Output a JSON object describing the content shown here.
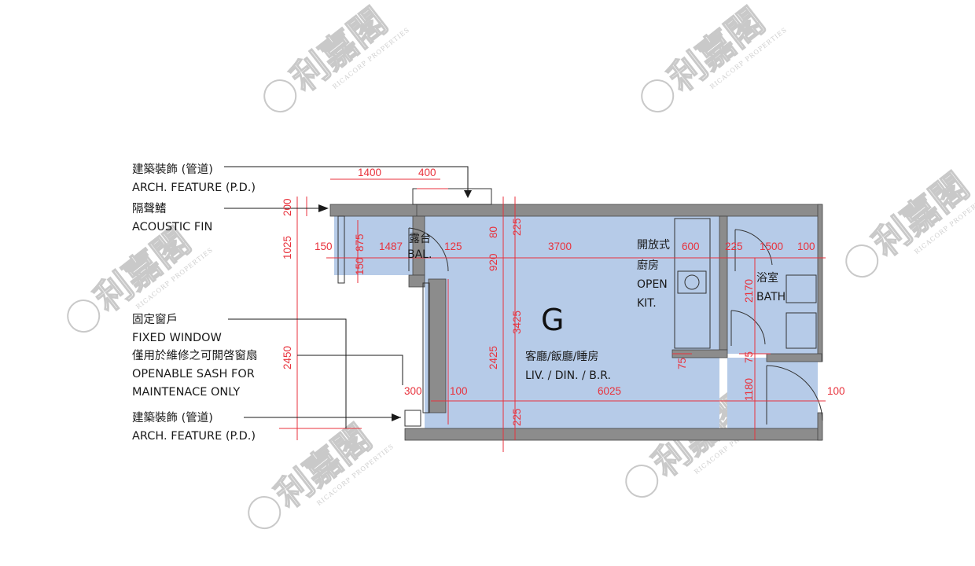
{
  "watermark": {
    "mark": "利嘉閣",
    "sub": "RICACORP PROPERTIES"
  },
  "unit_label": "G",
  "rooms": {
    "balcony_cn": "露台",
    "balcony_en": "BAL.",
    "kitchen_cn_1": "開放式",
    "kitchen_cn_2": "廚房",
    "kitchen_en_1": "OPEN",
    "kitchen_en_2": "KIT.",
    "bath_cn": "浴室",
    "bath_en": "BATH",
    "living_cn": "客廳/飯廳/睡房",
    "living_en": "LIV. / DIN. / B.R."
  },
  "annotations": {
    "arch_top_cn": "建築裝飾 (管道)",
    "arch_top_en": "ARCH. FEATURE (P.D.)",
    "fin_cn": "隔聲鰭",
    "fin_en": "ACOUSTIC FIN",
    "fixed_cn": "固定窗戶",
    "fixed_en": "FIXED WINDOW",
    "sash_cn": "僅用於維修之可開啓窗扇",
    "sash_en_1": "OPENABLE SASH FOR",
    "sash_en_2": "MAINTENACE ONLY",
    "arch_bot_cn": "建築裝飾 (管道)",
    "arch_bot_en": "ARCH. FEATURE (P.D.)"
  },
  "dimensions": {
    "d1400": "1400",
    "d400": "400",
    "d200": "200",
    "d1025": "1025",
    "d150": "150",
    "d875": "875",
    "d1487": "1487",
    "d150b": "150",
    "d125": "125",
    "d920": "920",
    "d80": "80",
    "d225a": "225",
    "d3700": "3700",
    "d600": "600",
    "d225b": "225",
    "d1500": "1500",
    "d100a": "100",
    "d2170": "2170",
    "d3425": "3425",
    "d2425": "2425",
    "d2450": "2450",
    "d75a": "75",
    "d75b": "75",
    "d300": "300",
    "d100b": "100",
    "d6025": "6025",
    "d1180": "1180",
    "d100c": "100",
    "d225c": "225"
  }
}
